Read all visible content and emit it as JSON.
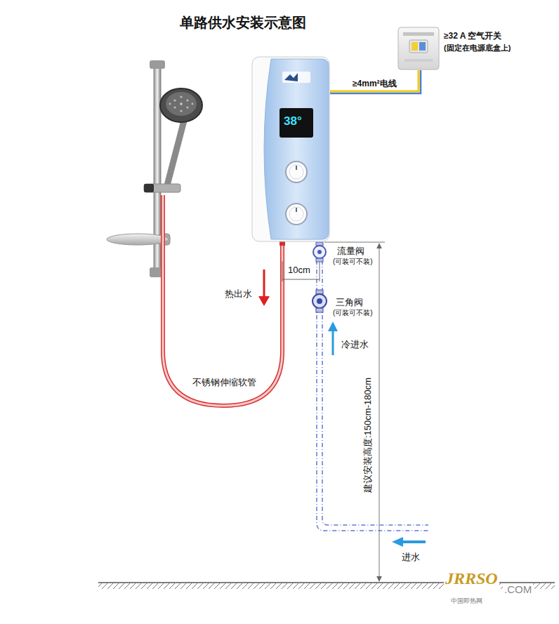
{
  "diagram": {
    "title": "单路供水安装示意图",
    "nodes": [
      {
        "text": [
          "≥32 A 空气开关",
          "(固定在电源底盒上)"
        ]
      },
      {
        "text": [
          "38°"
        ]
      }
    ],
    "edges": [
      {
        "from": 1,
        "to": 0,
        "label": "≥4mm²电线",
        "arrow": "none"
      }
    ],
    "labels": [
      "流量阀",
      "(可装可不装)",
      "10cm",
      "三角阀",
      "(可装可不装)",
      "热出水",
      "冷进水",
      "不锈钢伸缩软管",
      "建议安装高度:150cm-180cm",
      "进水",
      "JRRSO",
      ".COM",
      "中国即热网"
    ]
  }
}
